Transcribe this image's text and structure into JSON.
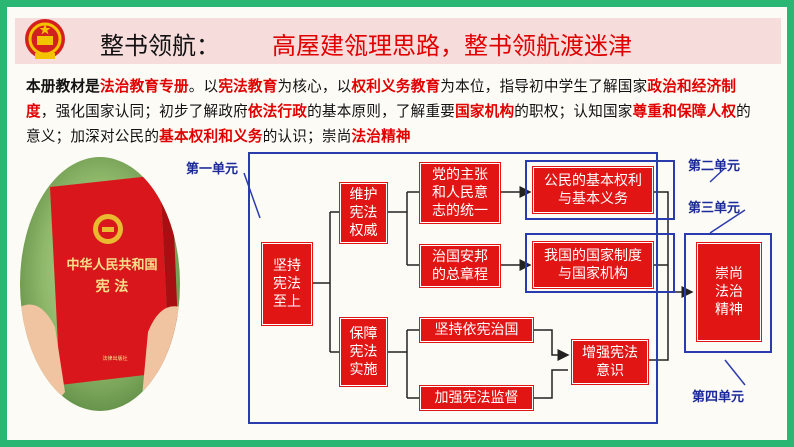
{
  "header": {
    "title_part1": "整书领航：",
    "title_part2": "高屋建瓴理思路，整书领航渡迷津"
  },
  "intro": {
    "segments": [
      {
        "t": "本册教材是",
        "s": "b"
      },
      {
        "t": "法治教育专册",
        "s": "hl"
      },
      {
        "t": "。以",
        "s": ""
      },
      {
        "t": "宪法教育",
        "s": "hl"
      },
      {
        "t": "为核心，以",
        "s": ""
      },
      {
        "t": "权利义务教育",
        "s": "hl"
      },
      {
        "t": "为本位，指导初中学生了解国家",
        "s": ""
      },
      {
        "t": "政治和经济制度",
        "s": "hl"
      },
      {
        "t": "，强化国家认同；初步了解政府",
        "s": ""
      },
      {
        "t": "依法行政",
        "s": "hl"
      },
      {
        "t": "的基本原则，了解重要",
        "s": ""
      },
      {
        "t": "国家机构",
        "s": "hl"
      },
      {
        "t": "的职权；认知国家",
        "s": ""
      },
      {
        "t": "尊重和保障人权",
        "s": "hl"
      },
      {
        "t": "的意义；加深对公民的",
        "s": ""
      },
      {
        "t": "基本权利和义务",
        "s": "hl"
      },
      {
        "t": "的认识；崇尚",
        "s": ""
      },
      {
        "t": "法治精神",
        "s": "hl"
      }
    ]
  },
  "book": {
    "title": "中华人民共和国",
    "subtitle": "宪 法",
    "publisher": "法律出版社"
  },
  "diagram": {
    "units": {
      "unit1": "第一单元",
      "unit2": "第二单元",
      "unit3": "第三单元",
      "unit4": "第四单元"
    },
    "nodes": {
      "root": "坚持宪法至上",
      "maintain": "维护宪法权威",
      "guarantee": "保障宪法实施",
      "party": "党的主张和人民意志的统一",
      "governance": "治国安邦的总章程",
      "rule_by_constitution": "坚持依宪治国",
      "supervision": "加强宪法监督",
      "rights": "公民的基本权利与基本义务",
      "institutions": "我国的国家制度与国家机构",
      "awareness": "增强宪法意识",
      "spirit": "崇尚法治精神"
    }
  },
  "colors": {
    "border_green": "#2bb673",
    "box_red": "#e21515",
    "outline_blue": "#2a3bb0",
    "title_red": "#e00000"
  }
}
